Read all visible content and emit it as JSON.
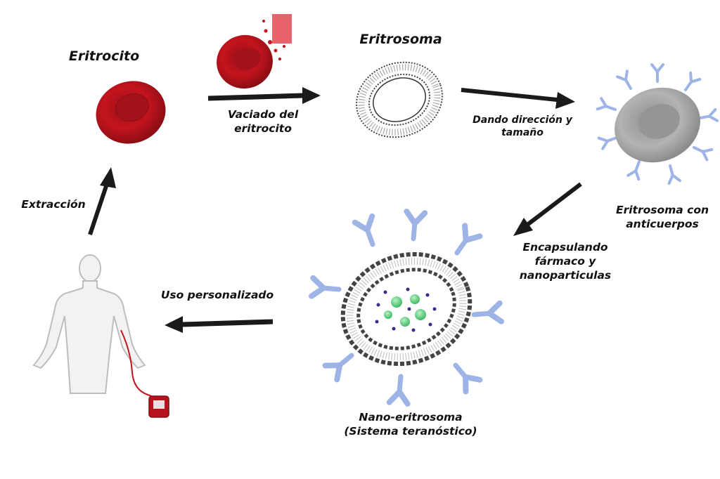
{
  "labels": {
    "eritrocito": "Eritrocito",
    "eritrosoma": "Eritrosoma",
    "vaciado_line1": "Vaciado del",
    "vaciado_line2": "eritrocito",
    "dando_line1": "Dando dirección y",
    "dando_line2": "tamaño",
    "anticuerpos_line1": "Eritrosoma con",
    "anticuerpos_line2": "anticuerpos",
    "encapsulando_line1": "Encapsulando",
    "encapsulando_line2": "fármaco y",
    "encapsulando_line3": "nanoparticulas",
    "nano_line1": "Nano-eritrosoma",
    "nano_line2": "(Sistema teranóstico)",
    "uso": "Uso personalizado",
    "extraccion": "Extracción"
  },
  "colors": {
    "blood_red": "#b5121b",
    "blood_dark": "#7f0d13",
    "antibody_blue": "#9fb4e6",
    "membrane_gray": "#555555",
    "nanoparticle_green": "#5ccf7a",
    "drug_purple": "#3b2a8a",
    "arrow": "#1a1a1a",
    "human_outline": "#bfbfbf"
  },
  "icons": [
    "red-blood-cell-icon",
    "emptying-cell-icon",
    "liposome-icon",
    "antibody-cell-icon",
    "nano-erythrosome-icon",
    "human-figure-icon",
    "blood-bag-icon"
  ]
}
